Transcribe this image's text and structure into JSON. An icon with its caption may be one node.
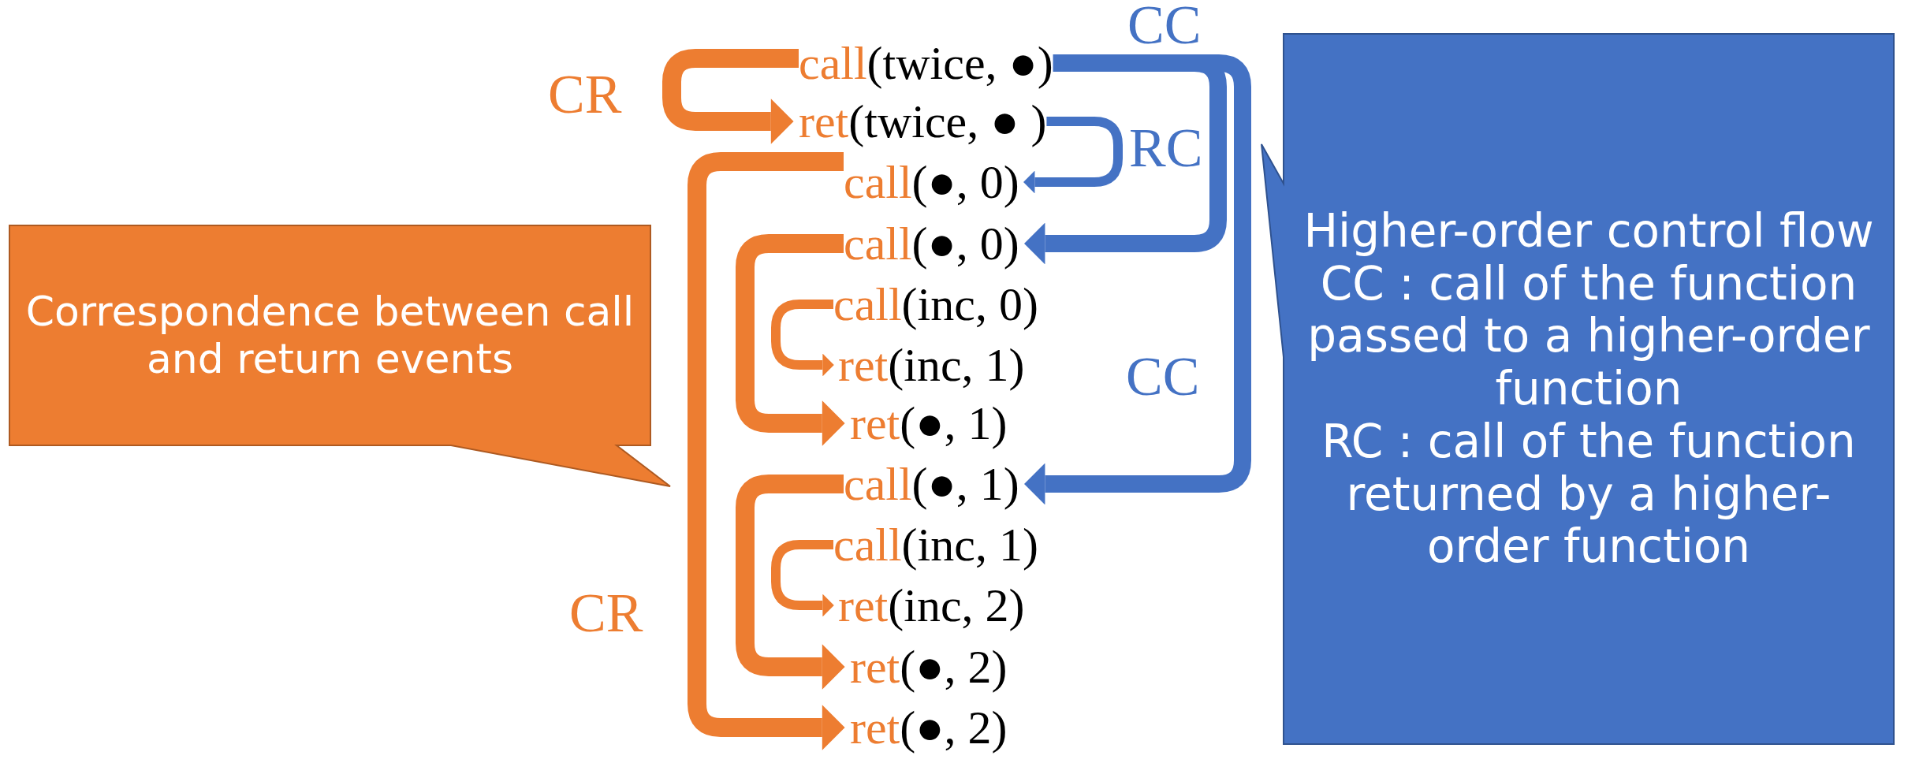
{
  "diagram": {
    "nodes": [
      {
        "text": [
          "call(twice, ●)"
        ]
      },
      {
        "text": [
          "ret(twice, ● )"
        ]
      },
      {
        "text": [
          "call(●, 0)"
        ]
      },
      {
        "text": [
          "call(●, 0)"
        ]
      },
      {
        "text": [
          "call(inc, 0)"
        ]
      },
      {
        "text": [
          "ret(inc, 1)"
        ]
      },
      {
        "text": [
          "ret(●, 1)"
        ]
      },
      {
        "text": [
          "call(●, 1)"
        ]
      },
      {
        "text": [
          "call(inc, 1)"
        ]
      },
      {
        "text": [
          "ret(inc, 2)"
        ]
      },
      {
        "text": [
          "ret(●, 2)"
        ]
      },
      {
        "text": [
          "ret(●, 2)"
        ]
      },
      {
        "text": [
          "Correspondence between call and return events"
        ]
      },
      {
        "text": [
          "Higher-order control flow",
          "CC : call of the function passed to a higher-order function",
          "RC : call of the function returned by a higher-order function"
        ]
      }
    ],
    "edges": [
      {
        "from": 0,
        "to": 1,
        "arrow": "to",
        "label": "CR"
      },
      {
        "from": 2,
        "to": 11,
        "arrow": "to",
        "label": "CR"
      },
      {
        "from": 3,
        "to": 6,
        "arrow": "to"
      },
      {
        "from": 4,
        "to": 5,
        "arrow": "to"
      },
      {
        "from": 7,
        "to": 10,
        "arrow": "to"
      },
      {
        "from": 8,
        "to": 9,
        "arrow": "to"
      },
      {
        "from": 0,
        "to": 3,
        "arrow": "to",
        "label": "CC",
        "color": "#4472c4"
      },
      {
        "from": 1,
        "to": 2,
        "arrow": "to",
        "label": "RC",
        "color": "#4472c4"
      },
      {
        "from": 0,
        "to": 7,
        "arrow": "to",
        "label": "CC",
        "color": "#4472c4"
      }
    ]
  }
}
